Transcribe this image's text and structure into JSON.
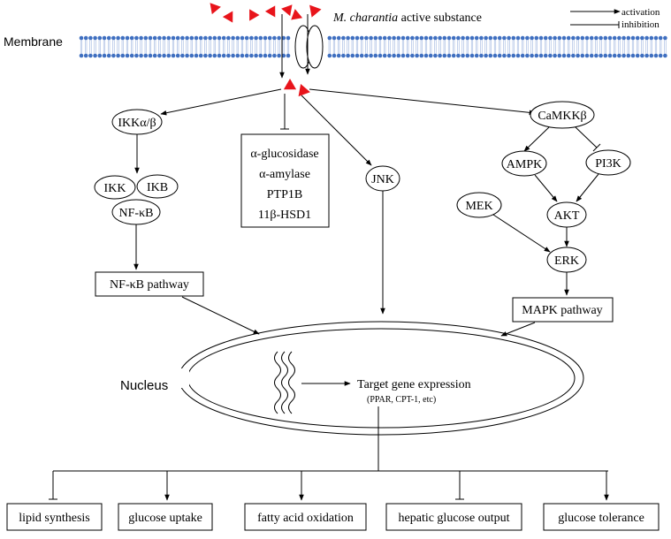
{
  "legend": {
    "activation": "activation",
    "inhibition": "inhibition"
  },
  "header": {
    "substance_italic": "M. charantia",
    "substance_rest": " active substance"
  },
  "membrane_label": "Membrane",
  "nodes": {
    "ikk_ab": "IKKα/β",
    "ikk": "IKK",
    "ikb": "IKB",
    "nfkb": "NF-κB",
    "jnk": "JNK",
    "camkkb": "CaMKKβ",
    "ampk": "AMPK",
    "pi3k": "PI3K",
    "mek": "MEK",
    "akt": "AKT",
    "erk": "ERK"
  },
  "enzymes": [
    "α-glucosidase",
    "α-amylase",
    "PTP1B",
    "11β-HSD1"
  ],
  "pathways": {
    "nfkb": "NF-κB pathway",
    "mapk": "MAPK pathway"
  },
  "nucleus": {
    "label": "Nucleus",
    "target": "Target gene expression",
    "target_sub": "(PPAR, CPT-1, etc)"
  },
  "outcomes": [
    "lipid synthesis",
    "glucose uptake",
    "fatty acid oxidation",
    "hepatic glucose output",
    "glucose tolerance"
  ],
  "colors": {
    "triangle": "#e8141b",
    "membrane": "#3f6fc0",
    "line": "#000000"
  }
}
